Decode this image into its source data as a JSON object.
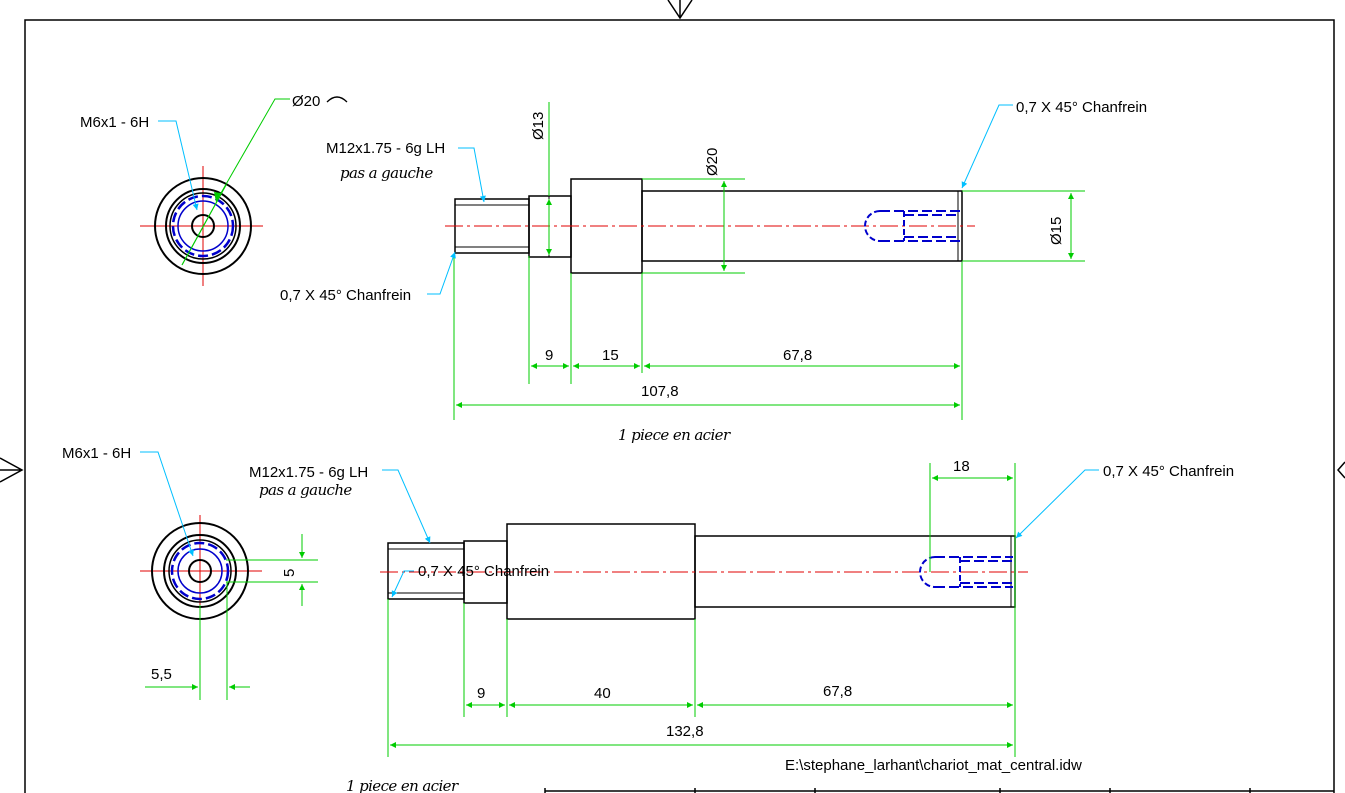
{
  "drawing": {
    "file_path": "E:\\stephane_larhant\\chariot_mat_central.idw",
    "colors": {
      "outline": "#000000",
      "dimension": "#00cc00",
      "leader": "#00bfff",
      "centerline": "#e00000",
      "hidden_thread": "#0000cc"
    },
    "view_top": {
      "end_thread": "M6x1 - 6H",
      "end_diameter": "Ø20",
      "shaft_thread": "M12x1.75 - 6g LH",
      "shaft_thread_note": "pas a gauche",
      "chamfer_left": "0,7 X 45° Chanfrein",
      "chamfer_right": "0,7 X 45° Chanfrein",
      "dia_13": "Ø13",
      "dia_20": "Ø20",
      "dia_15": "Ø15",
      "len_9": "9",
      "len_15": "15",
      "len_67_8": "67,8",
      "len_total": "107,8",
      "material_note": "1 piece en acier"
    },
    "view_bottom": {
      "end_thread": "M6x1 - 6H",
      "shaft_thread": "M12x1.75 - 6g LH",
      "shaft_thread_note": "pas a gauche",
      "chamfer_left": "0,7 X 45° Chanfrein",
      "chamfer_right": "0,7 X 45° Chanfrein",
      "len_18": "18",
      "dim_5": "5",
      "dim_5_5": "5,5",
      "len_9": "9",
      "len_40": "40",
      "len_67_8": "67,8",
      "len_total": "132,8",
      "material_note": "1 piece en acier"
    }
  }
}
